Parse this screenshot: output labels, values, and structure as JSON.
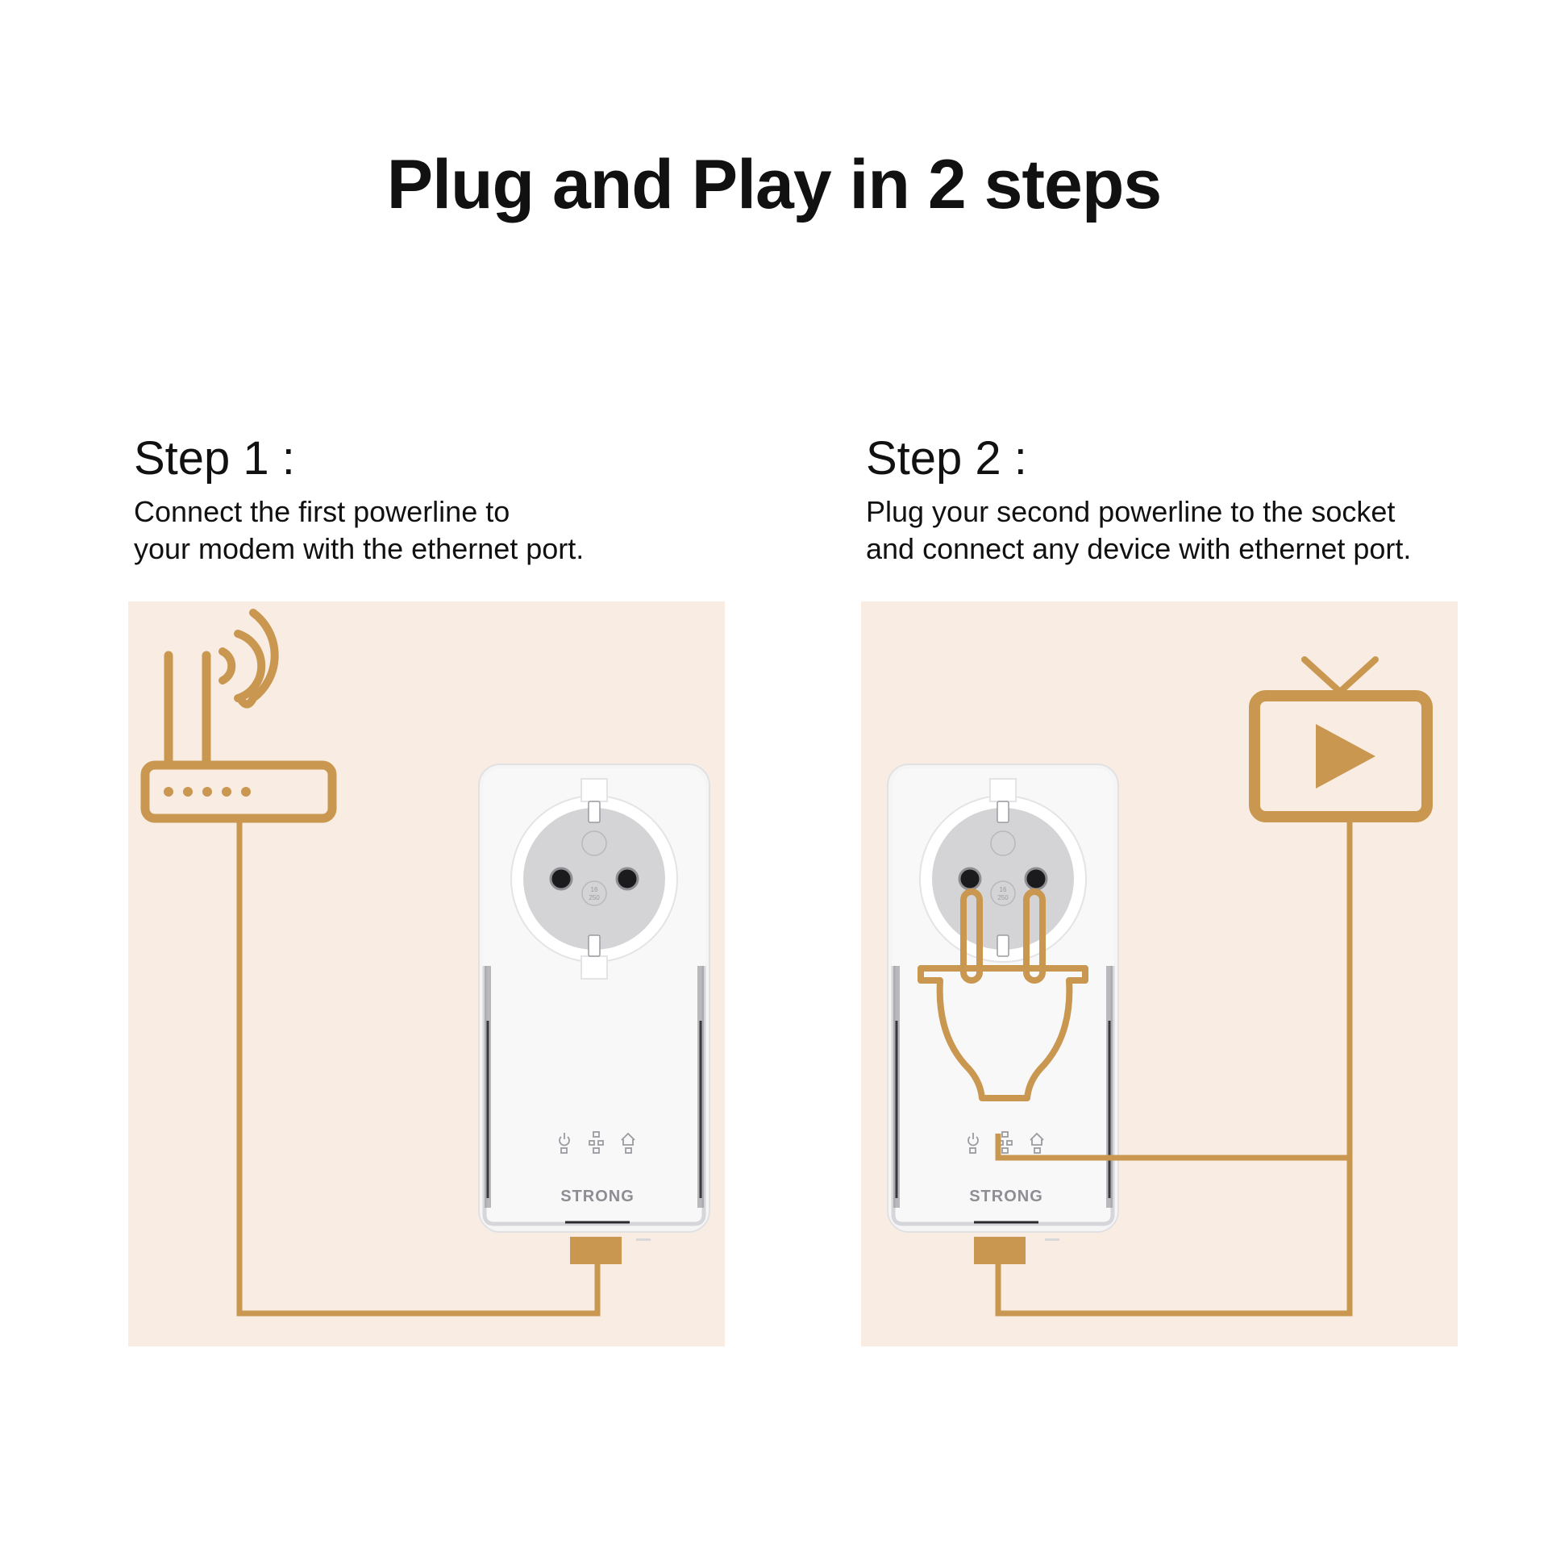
{
  "page": {
    "title": "Plug and Play in 2 steps"
  },
  "steps": [
    {
      "heading": "Step 1 :",
      "description": [
        "Connect the first powerline to",
        "your modem with the ethernet port."
      ]
    },
    {
      "heading": "Step 2 :",
      "description": [
        "Plug your second powerline to the socket",
        "and connect any device with ethernet port."
      ]
    }
  ],
  "device": {
    "brand": "STRONG",
    "socket_marking": [
      "16",
      "250"
    ]
  },
  "icons": {
    "router": "router-icon",
    "wifi": "wifi-signal-icon",
    "tv": "tv-play-icon",
    "plug": "power-plug-icon",
    "power_led": "power-led-icon",
    "ethernet_led": "ethernet-led-icon",
    "home_led": "home-network-led-icon"
  },
  "colors": {
    "accent": "#c9974f",
    "panel_bg": "#f9ede3",
    "device_body": "#f7f7f8",
    "socket_gray": "#d3d3d5"
  }
}
